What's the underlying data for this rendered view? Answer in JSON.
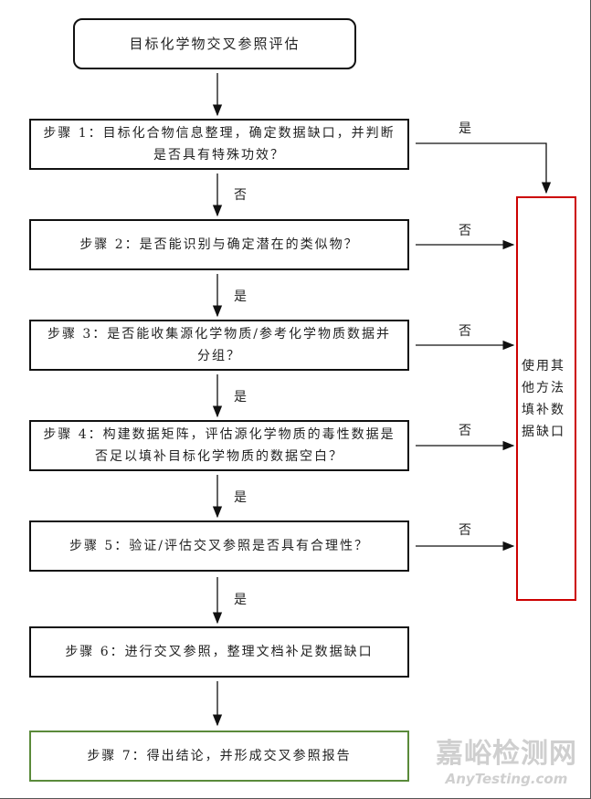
{
  "title": "目标化学物交叉参照评估",
  "steps": [
    "步骤 1：目标化合物信息整理，确定数据缺口，并判断是否具有特殊功效？",
    "步骤 2：是否能识别与确定潜在的类似物？",
    "步骤 3：是否能收集源化学物质/参考化学物质数据并分组？",
    "步骤 4：构建数据矩阵，评估源化学物质的毒性数据是否足以填补目标化学物质的数据空白？",
    "步骤 5：验证/评估交叉参照是否具有合理性？",
    "步骤 6：进行交叉参照，整理文档补足数据缺口",
    "步骤 7：得出结论，并形成交叉参照报告"
  ],
  "down_labels": [
    "否",
    "是",
    "是",
    "是",
    "是"
  ],
  "side_labels": [
    "是",
    "否",
    "否",
    "否",
    "否"
  ],
  "other_methods": "使用其他方法填补数据缺口",
  "watermark": {
    "cn": "嘉峪检测网",
    "en": "AnyTesting.com"
  },
  "colors": {
    "final_border": "#5a8a3a",
    "other_border": "#cc0000"
  }
}
